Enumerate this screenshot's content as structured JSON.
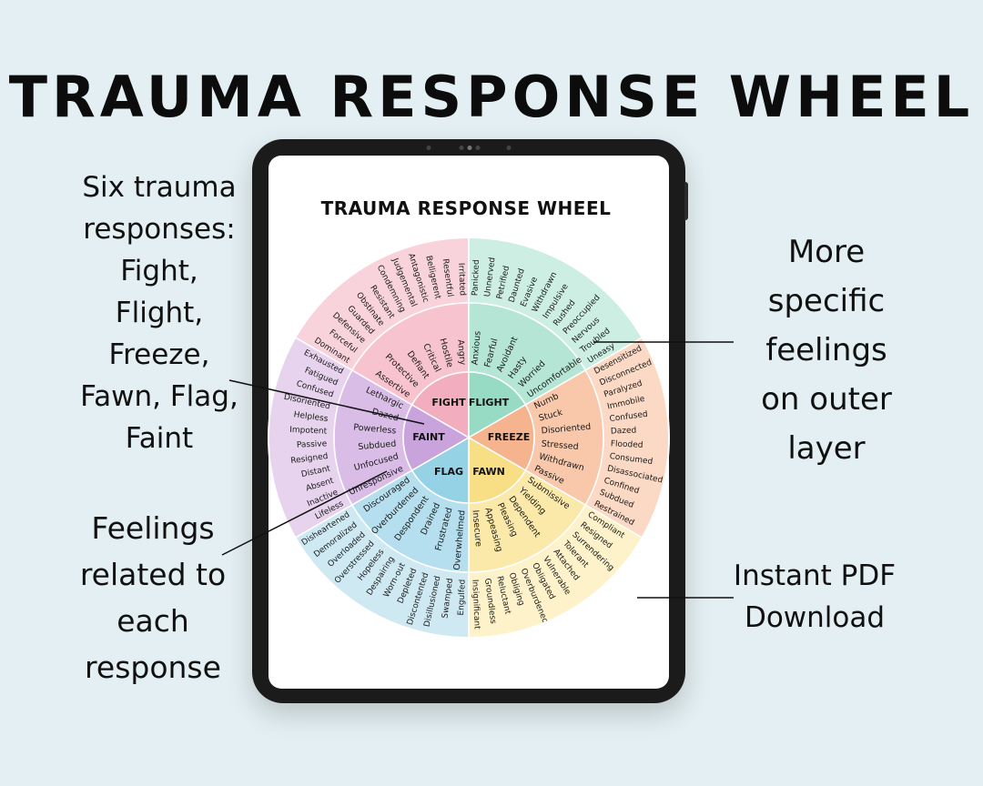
{
  "title": "TRAUMA RESPONSE WHEEL",
  "callouts": {
    "left_top": [
      "Six trauma",
      "responses:",
      "Fight,",
      "Flight,",
      "Freeze,",
      "Fawn, Flag,",
      "Faint"
    ],
    "left_bottom": [
      "Feelings",
      "related to",
      "each",
      "response"
    ],
    "right_top": [
      "More",
      "specific",
      "feelings",
      "on outer",
      "layer"
    ],
    "right_bottom": [
      "Instant PDF",
      "Download"
    ]
  },
  "screen_title": "TRAUMA RESPONSE WHEEL",
  "wheel": {
    "sectors": [
      {
        "name": "FIGHT",
        "start": 300,
        "end": 360,
        "outer_color": "#f8d3dc",
        "mid_color": "#f6c3cf",
        "inner_color": "#f2aebf",
        "inner_words": [
          "Assertive",
          "Protective",
          "Defiant",
          "Critical",
          "Hostile",
          "Angry"
        ],
        "outer_words": [
          "Dominant",
          "Forceful",
          "Defensive",
          "Guarded",
          "Obstinate",
          "Resistant",
          "Condemning",
          "Judgemental",
          "Antagonistic",
          "Belligerent",
          "Resentful",
          "Irritated"
        ]
      },
      {
        "name": "FLIGHT",
        "start": 0,
        "end": 60,
        "outer_color": "#cdeee3",
        "mid_color": "#b4e5d5",
        "inner_color": "#97dbc4",
        "inner_words": [
          "Anxious",
          "Fearful",
          "Avoidant",
          "Hasty",
          "Worried",
          "Uncomfortable"
        ],
        "outer_words": [
          "Panicked",
          "Unnerved",
          "Petrified",
          "Daunted",
          "Evasive",
          "Withdrawn",
          "Impulsive",
          "Rushed",
          "Preoccupied",
          "Nervous",
          "Troubled",
          "Uneasy"
        ]
      },
      {
        "name": "FREEZE",
        "start": 60,
        "end": 120,
        "outer_color": "#fbd9c4",
        "mid_color": "#f9c8aa",
        "inner_color": "#f6b48e",
        "inner_words": [
          "Numb",
          "Stuck",
          "Disoriented",
          "Stressed",
          "Withdrawn",
          "Passive"
        ],
        "outer_words": [
          "Desensitized",
          "Disconnected",
          "Paralyzed",
          "Immobile",
          "Confused",
          "Dazed",
          "Flooded",
          "Consumed",
          "Disassociated",
          "Confined",
          "Subdued",
          "Restrained"
        ]
      },
      {
        "name": "FAWN",
        "start": 120,
        "end": 180,
        "outer_color": "#fdf2c9",
        "mid_color": "#fbe9a9",
        "inner_color": "#f8de85",
        "inner_words": [
          "Submissive",
          "Yielding",
          "Dependent",
          "Pleasing",
          "Appeasing",
          "Insecure"
        ],
        "outer_words": [
          "Compliant",
          "Resigned",
          "Surrendering",
          "Tolerant",
          "Attached",
          "Vulnerable",
          "Obligated",
          "Overburdened",
          "Obliging",
          "Reluctant",
          "Groundless",
          "Insignificant"
        ]
      },
      {
        "name": "FLAG",
        "start": 180,
        "end": 240,
        "outer_color": "#cfe9f3",
        "mid_color": "#b5dfee",
        "inner_color": "#96d2e6",
        "inner_words": [
          "Overwhelmed",
          "Frustrated",
          "Drained",
          "Despondent",
          "Overburdened",
          "Discouraged"
        ],
        "outer_words": [
          "Engulfed",
          "Swamped",
          "Disillusioned",
          "Discontented",
          "Depleted",
          "Worn-out",
          "Despairing",
          "Hopeless",
          "Overstressed",
          "Overloaded",
          "Demoralized",
          "Disheartened"
        ]
      },
      {
        "name": "FAINT",
        "start": 240,
        "end": 300,
        "outer_color": "#e7d3ee",
        "mid_color": "#d9bde6",
        "inner_color": "#c9a3dc",
        "inner_words": [
          "Unresponsive",
          "Unfocused",
          "Subdued",
          "Powerless",
          "Dazed",
          "Lethargic"
        ],
        "outer_words": [
          "Lifeless",
          "Inactive",
          "Absent",
          "Distant",
          "Resigned",
          "Passive",
          "Impotent",
          "Helpless",
          "Disoriented",
          "Confused",
          "Fatigued",
          "Exhausted"
        ]
      }
    ]
  },
  "icons": [
    "camera-dot-icon"
  ]
}
